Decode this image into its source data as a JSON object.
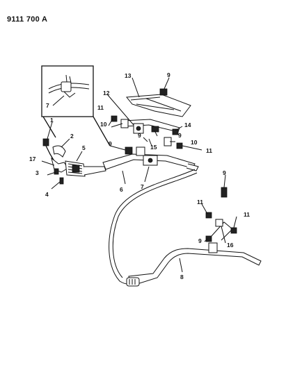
{
  "drawing_code": "9111 700 A",
  "callouts": {
    "c1": "1",
    "c2": "2",
    "c3": "3",
    "c4": "4",
    "c5": "5",
    "c6": "6",
    "c7a": "7",
    "c7b": "7",
    "c8": "8",
    "c9a": "9",
    "c9b": "9",
    "c9c": "9",
    "c9d": "9",
    "c9e": "9",
    "c9f": "9",
    "c10a": "10",
    "c10b": "10",
    "c11a": "11",
    "c11b": "11",
    "c11c": "11",
    "c11d": "11",
    "c12": "12",
    "c13": "13",
    "c14": "14",
    "c15": "15",
    "c16": "16",
    "c17": "17"
  }
}
